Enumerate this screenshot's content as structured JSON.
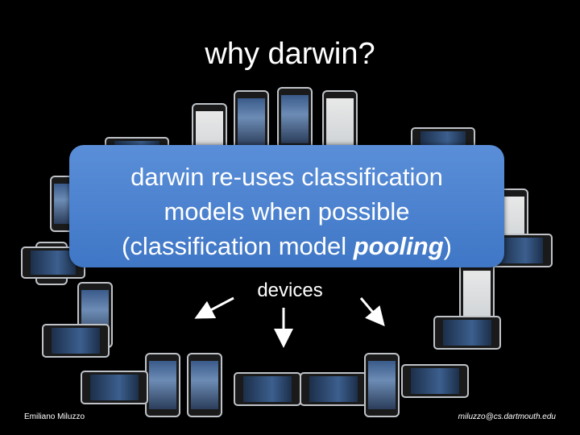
{
  "title": "why darwin?",
  "callout": {
    "line1": "darwin re-uses classification",
    "line2": "models when possible",
    "line3_pre": "(classification model ",
    "line3_bold": "pooling",
    "line3_post": ")"
  },
  "devices_label": "devices",
  "footer": {
    "author": "Emiliano Miluzzo",
    "email": "miluzzo@cs.dartmouth.edu"
  }
}
